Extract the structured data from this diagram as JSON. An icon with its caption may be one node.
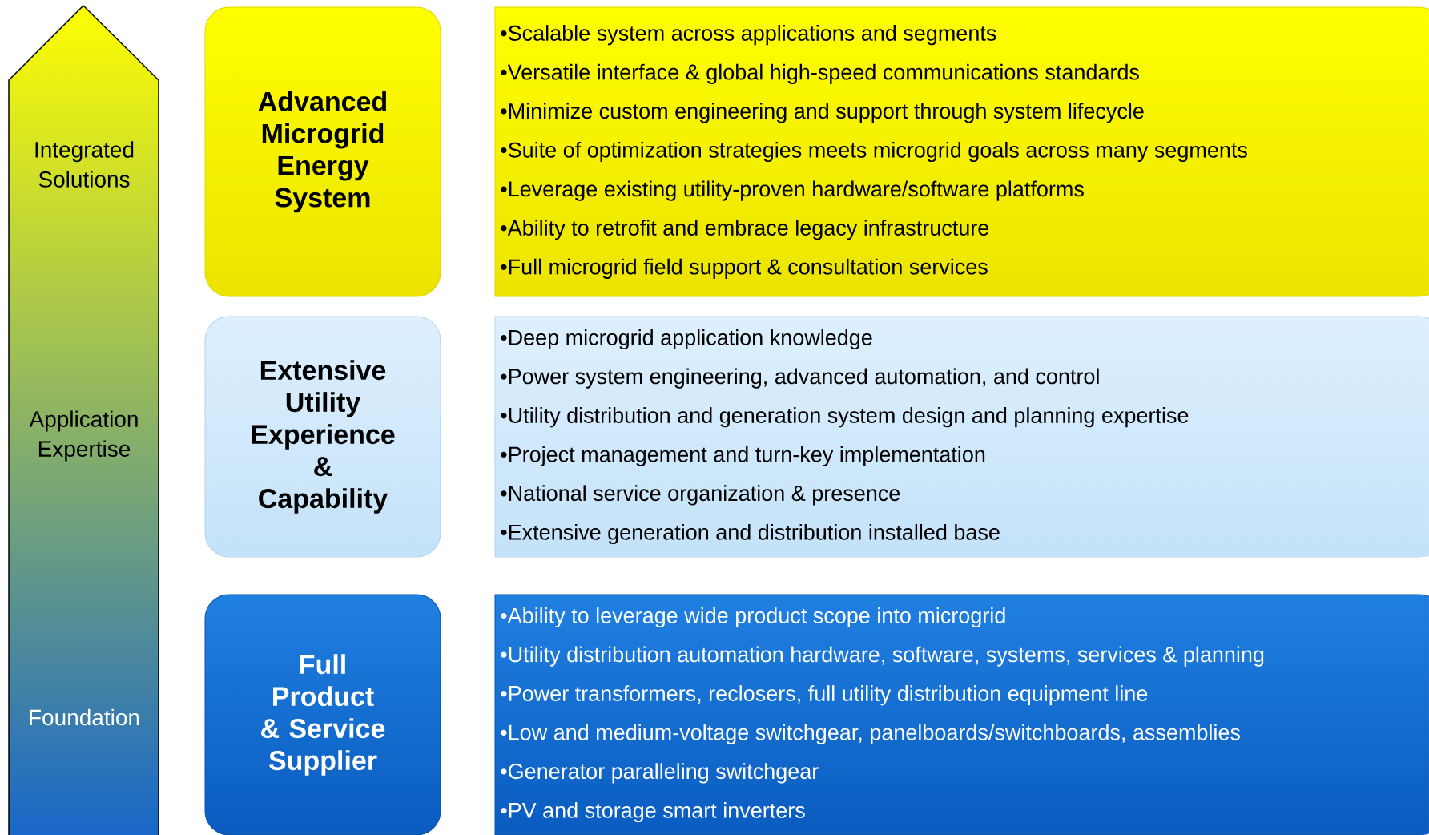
{
  "diagram": {
    "nodes": [
      {
        "text": [
          "Integrated Solutions",
          "Application Expertise",
          "Foundation"
        ]
      },
      {
        "text": [
          "Advanced Microgrid Energy System"
        ]
      },
      {
        "text": [
          "•Scalable system across applications and segments",
          "•Versatile interface & global high-speed communications standards",
          "•Minimize custom engineering and support through system lifecycle",
          "•Suite of optimization strategies meets microgrid goals across many segments",
          "•Leverage existing utility-proven hardware/software platforms",
          "•Ability to retrofit and embrace legacy infrastructure",
          "•Full microgrid field support & consultation services"
        ]
      },
      {
        "text": [
          "Extensive Utility Experience & Capability"
        ]
      },
      {
        "text": [
          "•Deep microgrid application knowledge",
          "•Power system engineering, advanced automation, and control",
          "•Utility distribution and generation system design and planning expertise",
          "•Project management and turn-key implementation",
          "•National service organization & presence",
          "•Extensive generation and distribution installed base"
        ]
      },
      {
        "text": [
          "Full Product & Service Supplier"
        ]
      },
      {
        "text": [
          "•Ability to leverage wide product scope into microgrid",
          "•Utility distribution automation hardware, software, systems, services & planning",
          "•Power transformers, reclosers, full utility distribution equipment line",
          "•Low and medium-voltage switchgear, panelboards/switchboards, assemblies",
          "•Generator paralleling switchgear",
          "•PV and storage smart inverters"
        ]
      }
    ]
  }
}
